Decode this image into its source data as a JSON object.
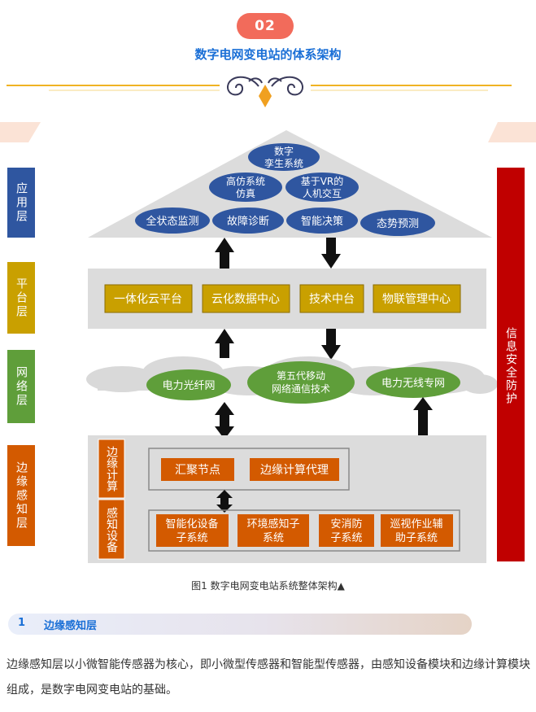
{
  "header": {
    "badge": "02",
    "title": "数字电网变电站的体系架构"
  },
  "diagram": {
    "layers": {
      "application": "应用层",
      "platform": "平台层",
      "network": "网络层",
      "edge_sensing": "边缘感知层"
    },
    "security": "信息安全防护",
    "apps": {
      "digital_twin": [
        "数字",
        "孪生系统"
      ],
      "simulation": [
        "高仿系统",
        "仿真"
      ],
      "vr": [
        "基于VR的",
        "人机交互"
      ],
      "monitoring": "全状态监测",
      "diagnosis": "故障诊断",
      "decision": "智能决策",
      "prediction": "态势预测"
    },
    "platform_boxes": [
      "一体化云平台",
      "云化数据中心",
      "技术中台",
      "物联管理中心"
    ],
    "network_clouds": {
      "fiber": "电力光纤网",
      "fiveg": [
        "第五代移动",
        "网络通信技术"
      ],
      "wireless": "电力无线专网"
    },
    "edge_computing_label": "边缘计算",
    "sensing_device_label": "感知设备",
    "edge_boxes": [
      "汇聚节点",
      "边缘计算代理"
    ],
    "sensing_boxes": [
      [
        "智能化设备",
        "子系统"
      ],
      [
        "环境感知子",
        "系统"
      ],
      [
        "安消防",
        "子系统"
      ],
      [
        "巡视作业辅",
        "助子系统"
      ]
    ]
  },
  "caption": "图1  数字电网变电站系统整体架构▲",
  "section": {
    "number": "1",
    "title": "边缘感知层"
  },
  "body": "边缘感知层以小微智能传感器为核心，即小微型传感器和智能型传感器，由感知设备模块和边缘计算模块组成，是数字电网变电站的基础。"
}
